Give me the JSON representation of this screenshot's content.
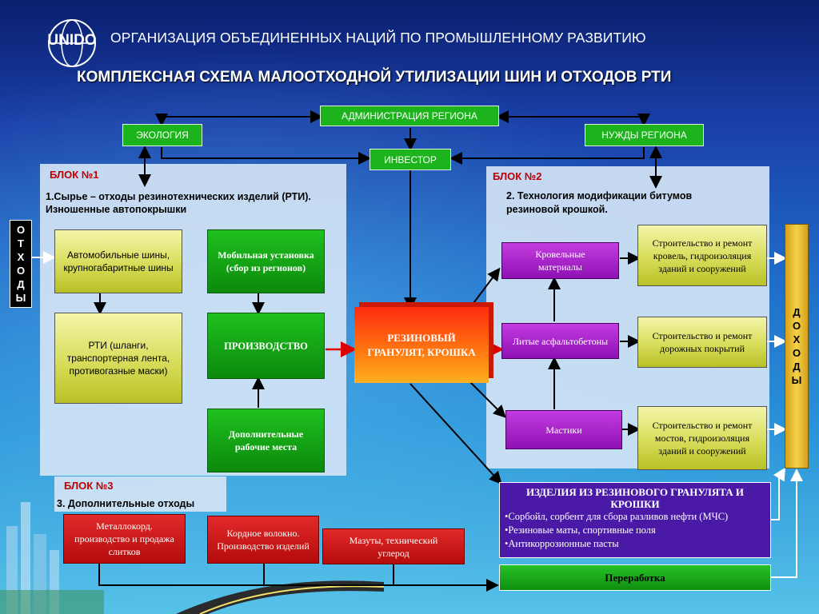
{
  "header": {
    "logo": "UNIDO",
    "org_title": "ОРГАНИЗАЦИЯ ОБЪЕДИНЕННЫХ НАЦИЙ ПО ПРОМЫШЛЕННОМУ РАЗВИТИЮ",
    "scheme_title": "КОМПЛЕКСНАЯ СХЕМА  МАЛООТХОДНОЙ УТИЛИЗАЦИИ ШИН И ОТХОДОВ РТИ"
  },
  "top": {
    "admin": "АДМИНИСТРАЦИЯ РЕГИОНА",
    "ecology": "ЭКОЛОГИЯ",
    "needs": "НУЖДЫ РЕГИОНА",
    "investor": "ИНВЕСТОР"
  },
  "block1": {
    "title": "БЛОК №1",
    "desc_line1": "1.Сырье – отходы резинотехнических изделий (РТИ).",
    "desc_line2": "Изношенные автопокрышки",
    "tires": "Автомобильные шины, крупногабаритные шины",
    "rti": "РТИ (шланги, транспортерная лента, противогазные маски)",
    "mobile": "Мобильная установка (сбор из регионов)",
    "production": "ПРОИЗВОДСТВО",
    "jobs": "Дополнительные рабочие места"
  },
  "waste_side": [
    "О",
    "Т",
    "Х",
    "О",
    "Д",
    "Ы"
  ],
  "income_side": [
    "Д",
    "О",
    "Х",
    "О",
    "Д",
    "Ы"
  ],
  "granulate": "РЕЗИНОВЫЙ ГРАНУЛЯТ, КРОШКА",
  "block2": {
    "title": "БЛОК №2",
    "desc_line1": "2. Технология модификации битумов",
    "desc_line2": "резиновой крошкой.",
    "roofing": "Кровельные материалы",
    "cast": "Литые асфальтобетоны",
    "mastics": "Мастики",
    "roofing_use": "Строительство и ремонт кровель, гидроизоляция зданий и сооружений",
    "roads_use": "Строительство и ремонт дорожных покрытий",
    "bridges_use": "Строительство и ремонт мостов, гидроизоляция зданий и сооружений"
  },
  "block3": {
    "title": "БЛОК №3",
    "desc": "3. Дополнительные отходы",
    "metal": "Металлокорд. производство и продажа слитков",
    "fiber": "Кордное волокно. Производство изделий",
    "fuel": "Мазуты, технический углерод"
  },
  "products": {
    "title": "ИЗДЕЛИЯ ИЗ РЕЗИНОВОГО ГРАНУЛЯТА И КРОШКИ",
    "items": [
      "•Сорбойл, сорбент для сбора разливов нефти (МЧС)",
      "•Резиновые маты,  спортивные поля",
      "•Антикоррозионные пасты"
    ]
  },
  "recycling": "Переработка",
  "colors": {
    "green_box": "#1db31d",
    "yellow_box": "#d7dd5a",
    "purple_box": "#8f11b3",
    "red_box": "#b40b0b",
    "products_bg": "#4a1aa6",
    "block_title": "#c00000"
  }
}
